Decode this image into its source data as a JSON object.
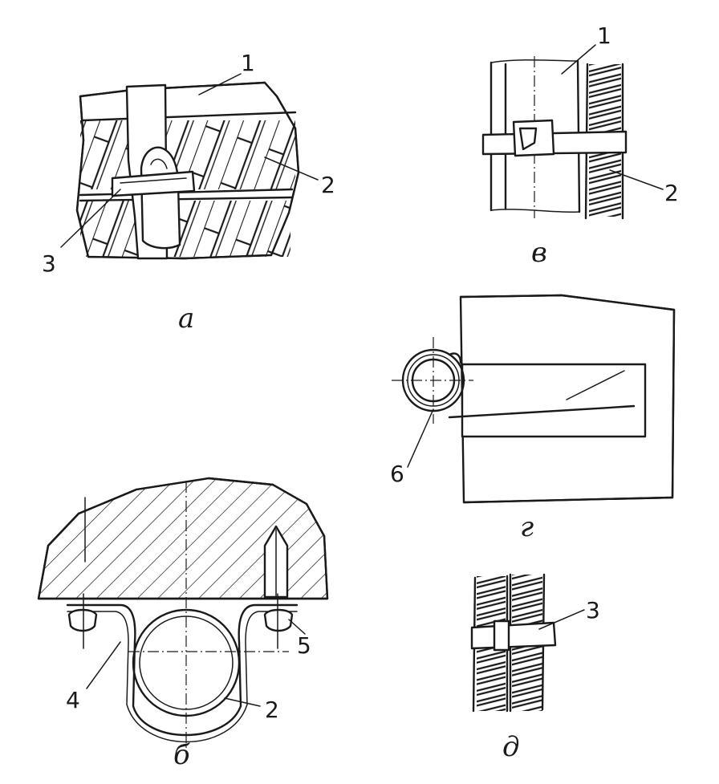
{
  "panels": {
    "a": {
      "label": "а",
      "callouts": [
        "1",
        "2",
        "3"
      ]
    },
    "v": {
      "label": "в",
      "callouts": [
        "1",
        "2"
      ]
    },
    "g": {
      "label": "г",
      "callouts": [
        "6"
      ]
    },
    "b": {
      "label": "б",
      "callouts": [
        "4",
        "5",
        "2"
      ]
    },
    "d": {
      "label": "д",
      "callouts": [
        "3"
      ]
    }
  }
}
